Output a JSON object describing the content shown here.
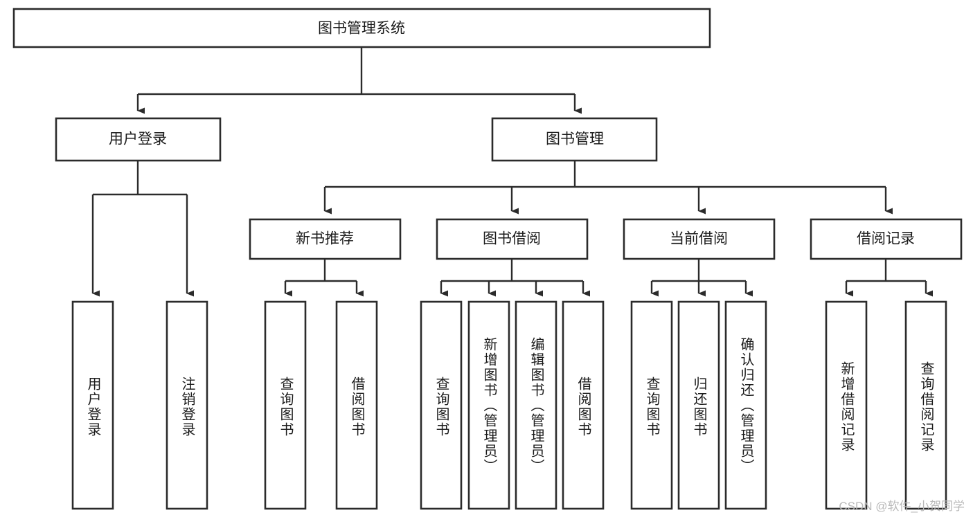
{
  "diagram": {
    "title": "图书管理系统",
    "type": "tree-hierarchy",
    "arrow_style": "filled-triangle",
    "colors": {
      "box_stroke": "#2b2b2b",
      "box_fill": "#ffffff",
      "connector": "#2b2b2b",
      "text": "#1b1b1b",
      "background": "#ffffff",
      "watermark": "#b9b9b9"
    },
    "root": {
      "label": "图书管理系统"
    },
    "level2": [
      {
        "label": "用户登录"
      },
      {
        "label": "图书管理"
      }
    ],
    "level3": [
      {
        "label": "新书推荐"
      },
      {
        "label": "图书借阅"
      },
      {
        "label": "当前借阅"
      },
      {
        "label": "借阅记录"
      }
    ],
    "leaves": {
      "user_login": [
        {
          "label": "用户登录"
        },
        {
          "label": "注销登录"
        }
      ],
      "new_book_recommend": [
        {
          "label": "查询图书"
        },
        {
          "label": "借阅图书"
        }
      ],
      "book_borrow": [
        {
          "label": "查询图书"
        },
        {
          "label": "新增图书（管理员）"
        },
        {
          "label": "编辑图书（管理员）"
        },
        {
          "label": "借阅图书"
        }
      ],
      "current_borrow": [
        {
          "label": "查询图书"
        },
        {
          "label": "归还图书"
        },
        {
          "label": "确认归还（管理员）"
        }
      ],
      "borrow_record": [
        {
          "label": "新增借阅记录"
        },
        {
          "label": "查询借阅记录"
        }
      ]
    }
  },
  "watermark": {
    "text": "CSDN @软件_小贺同学"
  }
}
